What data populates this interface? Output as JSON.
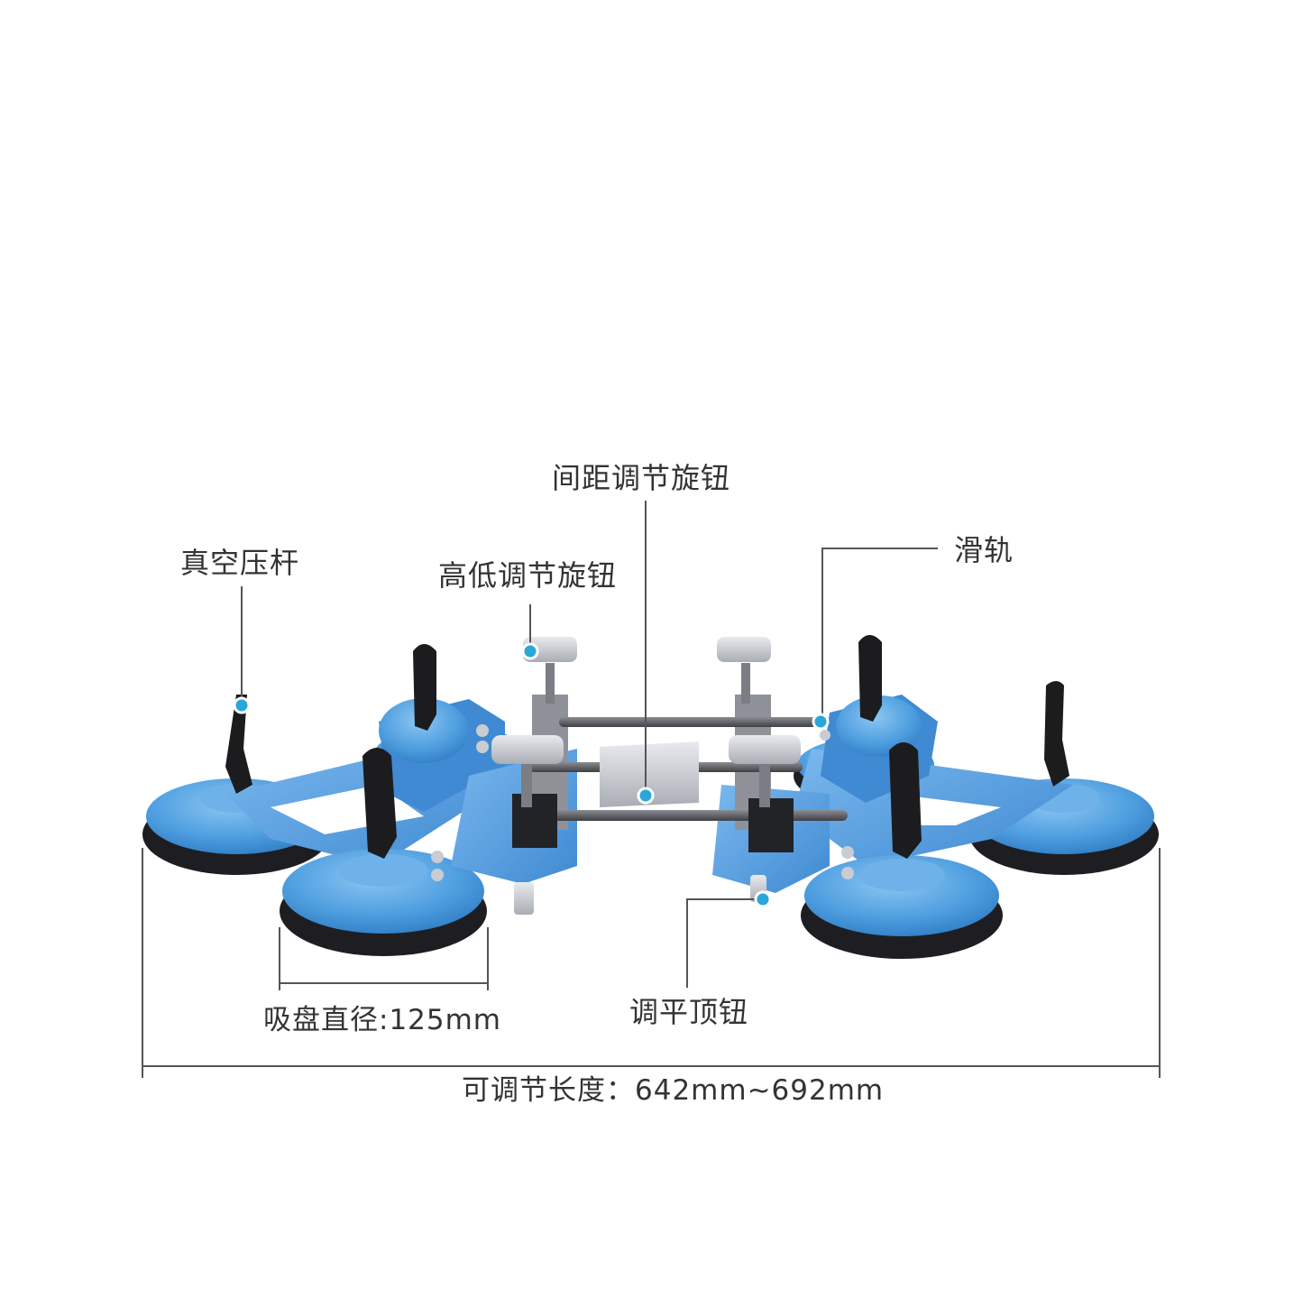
{
  "labels": {
    "spacing_knob": "间距调节旋钮",
    "vacuum_lever": "真空压杆",
    "height_knob": "高低调节旋钮",
    "slide_rail": "滑轨",
    "leveling_knob": "调平顶钮"
  },
  "dimensions": {
    "cup_diameter": "吸盘直径:125mm",
    "adjustable_length": "可调节长度：642mm~692mm"
  },
  "colors": {
    "body_blue": "#4f9fe0",
    "body_blue_dark": "#2f7cc4",
    "rubber": "#1e1e22",
    "metal": "#c9ccd1",
    "rod": "#55585e",
    "handle": "#1c1c1f",
    "dot": "#2aa7d8",
    "line": "#555555"
  }
}
